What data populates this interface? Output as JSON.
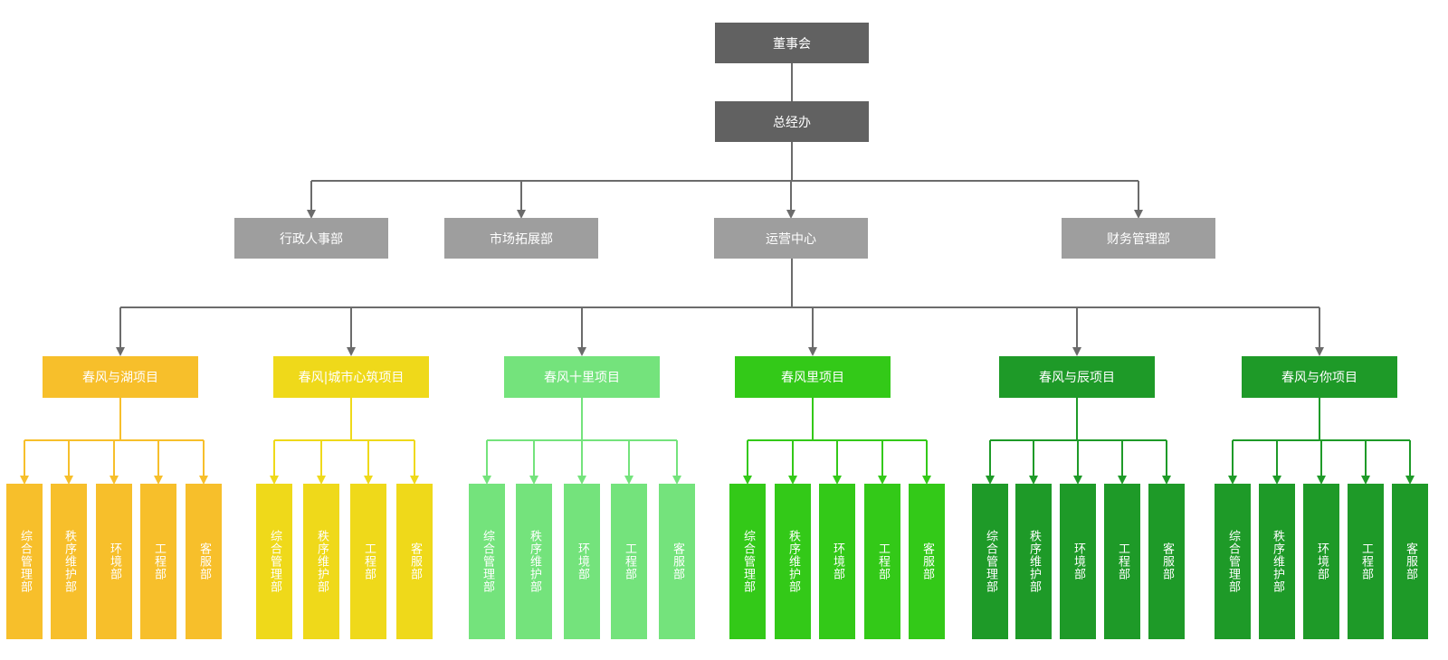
{
  "colors": {
    "top": "#616161",
    "mid": "#9e9e9e",
    "line": "#6b6b6b"
  },
  "board": {
    "label": "董事会"
  },
  "gm_office": {
    "label": "总经办"
  },
  "departments": [
    {
      "label": "行政人事部"
    },
    {
      "label": "市场拓展部"
    },
    {
      "label": "运营中心"
    },
    {
      "label": "财务管理部"
    }
  ],
  "projects": [
    {
      "label": "春风与湖项目",
      "color": "#f7bf2b",
      "subs": [
        "综合管理部",
        "秩序维护部",
        "环境部",
        "工程部",
        "客服部"
      ]
    },
    {
      "label": "春风|城市心筑项目",
      "color": "#efd91a",
      "subs": [
        "综合管理部",
        "秩序维护部",
        "工程部",
        "客服部"
      ]
    },
    {
      "label": "春风十里项目",
      "color": "#74e37c",
      "subs": [
        "综合管理部",
        "秩序维护部",
        "环境部",
        "工程部",
        "客服部"
      ]
    },
    {
      "label": "春风里项目",
      "color": "#33c918",
      "subs": [
        "综合管理部",
        "秩序维护部",
        "环境部",
        "工程部",
        "客服部"
      ]
    },
    {
      "label": "春风与辰项目",
      "color": "#1e9a28",
      "subs": [
        "综合管理部",
        "秩序维护部",
        "环境部",
        "工程部",
        "客服部"
      ]
    },
    {
      "label": "春风与你项目",
      "color": "#1e9a28",
      "subs": [
        "综合管理部",
        "秩序维护部",
        "环境部",
        "工程部",
        "客服部"
      ]
    }
  ]
}
